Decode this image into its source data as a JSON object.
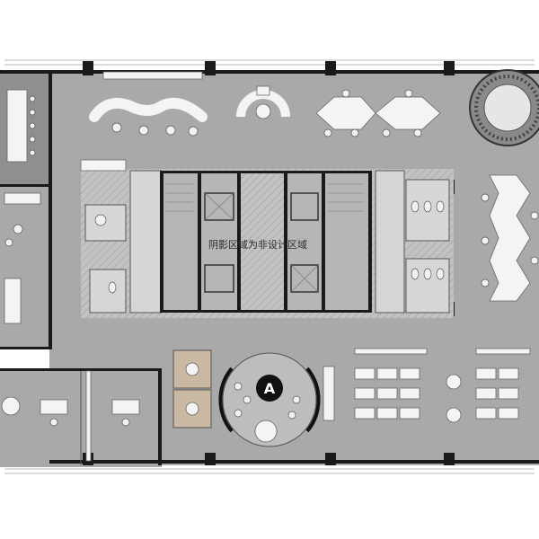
{
  "plan": {
    "non_design_area_label": "阴影区域为非设计区域",
    "zone_marker": "A"
  },
  "colors": {
    "floor": "#a9a9a9",
    "wall": "#1a1a1a",
    "furniture": "#f4f4f4",
    "marker_fill": "#111111"
  },
  "icons": [
    "zone-marker-circle",
    "stair-icon",
    "elevator-icon",
    "toilet-icon"
  ]
}
